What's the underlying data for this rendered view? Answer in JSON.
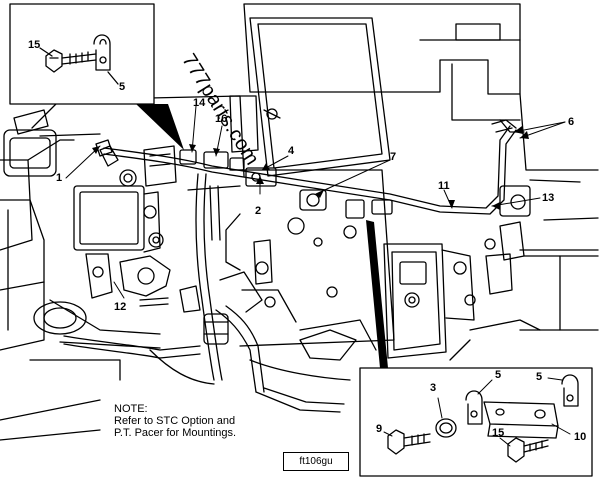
{
  "watermark": "777parts.com",
  "note": {
    "heading": "NOTE:",
    "line1": "Refer to STC Option and",
    "line2": "P.T. Pacer for Mountings."
  },
  "figure_code": "ft106gu",
  "callouts": {
    "c1": "1",
    "c2": "2",
    "c3": "3",
    "c4": "4",
    "c5_top_inset": "5",
    "c5_bottom_inset_a": "5",
    "c5_bottom_inset_b": "5",
    "c6": "6",
    "c7": "7",
    "c9": "9",
    "c10": "10",
    "c11": "11",
    "c12": "12",
    "c13": "13",
    "c14": "14",
    "c15_top_inset": "15",
    "c15_bottom_inset": "15",
    "c16": "16"
  }
}
